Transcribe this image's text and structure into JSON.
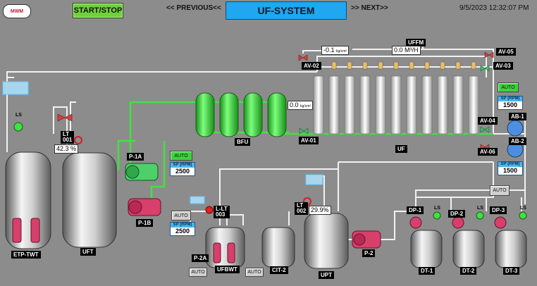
{
  "header": {
    "logo_text": "MWM",
    "start_stop": "START/STOP",
    "previous": "<< PREVIOUS<<",
    "title": "UF-SYSTEM",
    "next": ">> NEXT>>",
    "datetime": "9/5/2023 12:32:07 PM"
  },
  "colors": {
    "pipe_green": "#3fe33f",
    "pipe_white": "#f0f0f0",
    "title_blue": "#1fa7f0",
    "pump_red": "#d6406a"
  },
  "tanks": {
    "etp_twt": "ETP-TWT",
    "uft": "UFT",
    "ufbwt": "UFBWT",
    "cit2": "CIT-2",
    "upt": "UPT",
    "dt1": "DT-1",
    "dt2": "DT-2",
    "dt3": "DT-3"
  },
  "equipment": {
    "bfu": "BFU",
    "uf": "UF",
    "p1a": "P-1A",
    "p1b": "P-1B",
    "p2a": "P-2A",
    "p2": "P-2",
    "dp1": "DP-1",
    "dp2": "DP-2",
    "dp3": "DP-3",
    "ab1": "AB-1",
    "ab2": "AB-2"
  },
  "valves": {
    "av01": "AV-01",
    "av02": "AV-02",
    "av03": "AV-03",
    "av04": "AV-04",
    "av05": "AV-05",
    "av06": "AV-06"
  },
  "instruments": {
    "ls": "LS",
    "lt001_tag": "LT\n001",
    "lt001_value": "42.3 %",
    "lt002_tag": "LT\n002",
    "lt002_value": "29.9%",
    "lt003_tag": "L-LT\n003",
    "pressure_top": "-0.1",
    "pressure_top_unit": "kg/cm²",
    "pressure_bfu": "0.0",
    "pressure_bfu_unit": "kg/cm²",
    "uffm_tag": "UFFM",
    "uffm_value": "0.0 M³/H"
  },
  "controls": {
    "auto": "AUTO",
    "sp_rpm": "SP (RPM)",
    "sp_p1a": "2500",
    "sp_p1b": "2500",
    "sp_ab_top": "1500",
    "sp_ab_bottom": "1500"
  }
}
